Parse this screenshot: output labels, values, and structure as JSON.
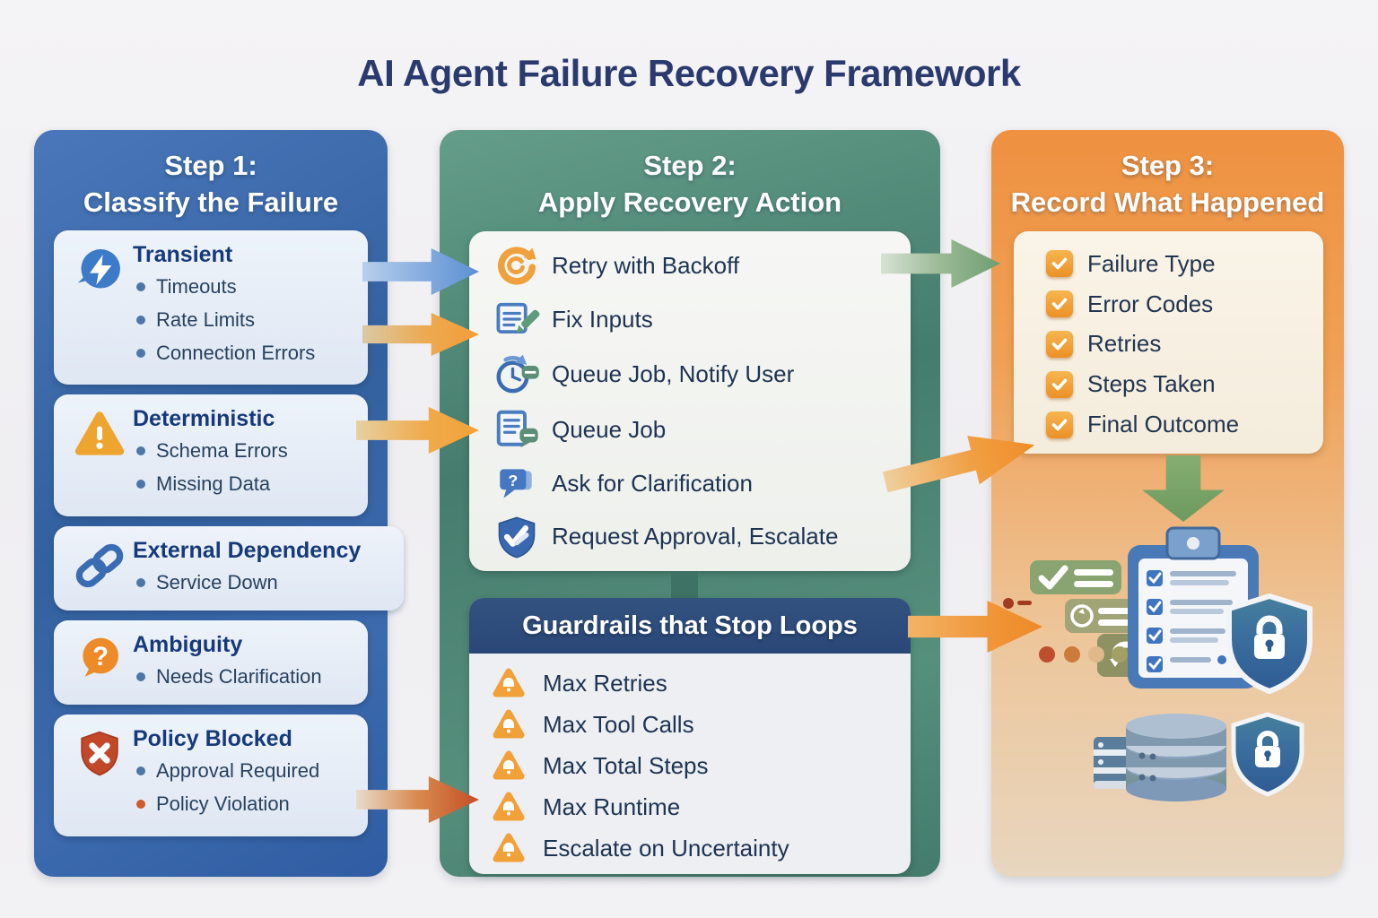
{
  "title": "AI Agent Failure Recovery Framework",
  "colors": {
    "step1_panel": "#33619f",
    "step2_panel": "#457c6d",
    "step3_panel": "#ee9140",
    "guardrails_header": "#2a4777",
    "card_blue": "#e5ecf6",
    "accent_orange": "#f2a238",
    "accent_red": "#c44e26",
    "accent_green": "#6f9e72",
    "title_navy": "#2b3a6e"
  },
  "step1": {
    "heading_line1": "Step 1:",
    "heading_line2": "Classify the Failure",
    "cards": [
      {
        "title": "Transient",
        "icon": "lightning-bubble-icon",
        "bullets": [
          "Timeouts",
          "Rate Limits",
          "Connection Errors"
        ]
      },
      {
        "title": "Deterministic",
        "icon": "warning-triangle-icon",
        "bullets": [
          "Schema Errors",
          "Missing Data"
        ]
      },
      {
        "title": "External Dependency",
        "icon": "chain-link-icon",
        "bullets": [
          "Service Down"
        ]
      },
      {
        "title": "Ambiguity",
        "icon": "question-bubble-icon",
        "bullets": [
          "Needs Clarification"
        ]
      },
      {
        "title": "Policy Blocked",
        "icon": "shield-x-icon",
        "bullets": [
          "Approval Required",
          "Policy Violation"
        ]
      }
    ]
  },
  "step2": {
    "heading_line1": "Step 2:",
    "heading_line2": "Apply Recovery Action",
    "actions": [
      {
        "label": "Retry with Backoff",
        "icon": "retry-loop-icon"
      },
      {
        "label": "Fix Inputs",
        "icon": "edit-document-icon"
      },
      {
        "label": "Queue Job, Notify User",
        "icon": "clock-notify-icon"
      },
      {
        "label": "Queue Job",
        "icon": "document-chat-icon"
      },
      {
        "label": "Ask for Clarification",
        "icon": "question-chat-icon"
      },
      {
        "label": "Request Approval, Escalate",
        "icon": "shield-check-icon"
      }
    ],
    "guardrails": {
      "heading": "Guardrails that Stop Loops",
      "item_icon": "alert-triangle-icon",
      "items": [
        "Max Retries",
        "Max Tool Calls",
        "Max Total Steps",
        "Max Runtime",
        "Escalate on Uncertainty"
      ]
    }
  },
  "step3": {
    "heading_line1": "Step 3:",
    "heading_line2": "Record What Happened",
    "check_icon": "checkbox-checked-icon",
    "checklist": [
      "Failure Type",
      "Error Codes",
      "Retries",
      "Steps Taken",
      "Final Outcome"
    ],
    "illustration_icons": [
      "down-arrow-icon",
      "clipboard-checklist-icon",
      "shield-lock-icon",
      "log-tags-icon",
      "database-icon"
    ]
  },
  "flow_arrows": [
    "transient-to-retry",
    "rate-limits-to-fix-inputs",
    "deterministic-to-queue-job",
    "policy-blocked-to-guardrails",
    "recovery-to-record",
    "actions-to-record",
    "guardrails-to-record"
  ]
}
